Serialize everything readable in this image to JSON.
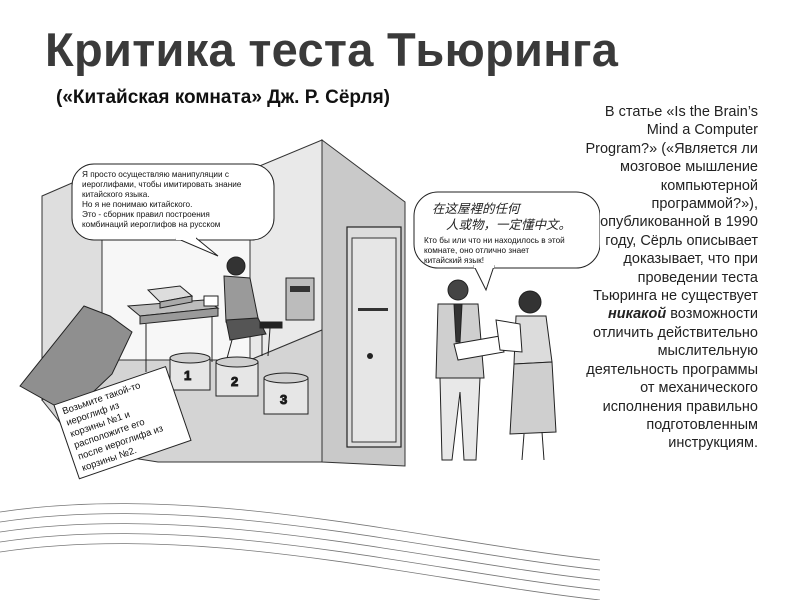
{
  "slide": {
    "title": "Критика теста Тьюринга",
    "subtitle": "(«Китайская комната» Дж. Р. Сёрля)",
    "body_before": "В статье «Is the Brain’s Mind a Computer Program?» («Является ли мозговое мышление компьютерной программой?»), опубликованной в 1990 году, Сёрль описывает доказывает, что при проведении теста Тьюринга не существует ",
    "body_emphasis": "никакой",
    "body_after": " возможности отличить действительно мыслительную деятельность программы от механического исполнения правильно подготовленным инструкциям."
  },
  "illustration": {
    "inside_bubble": [
      "Я просто осуществляю манипуляции с",
      "иероглифами, чтобы имитировать знание",
      "китайского языка.",
      "Но я не понимаю китайского.",
      "Это - сборник правил построения",
      "комбинаций иероглифов на русском"
    ],
    "outside_bubble_chinese": [
      "在这屋裡的任何",
      "人或物，一定懂中文。"
    ],
    "outside_bubble": [
      "Кто бы или что ни находилось в этой",
      "комнате, оно отлично знает",
      "китайский язык!"
    ],
    "card": [
      "Возьмите такой-то",
      "иероглиф из",
      "корзины №1 и",
      "расположите его",
      "после иероглифа из",
      "корзины №2."
    ],
    "bins": [
      "1",
      "2",
      "3"
    ]
  }
}
